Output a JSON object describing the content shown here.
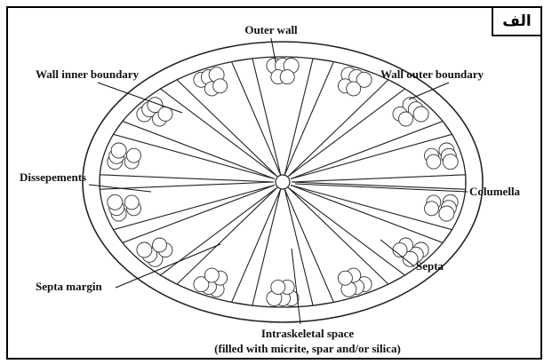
{
  "badge": "الف",
  "labels": {
    "outer_wall": "Outer wall",
    "wall_inner_boundary": "Wall inner boundary",
    "wall_outer_boundary": "Wall outer boundary",
    "dissepements": "Dissepements",
    "columella": "Columella",
    "septa": "Septa",
    "septa_margin": "Septa margin",
    "intraskeletal_space_line1": "Intraskeletal space",
    "intraskeletal_space_line2": "(filled with micrite, spar and/or silica)"
  }
}
